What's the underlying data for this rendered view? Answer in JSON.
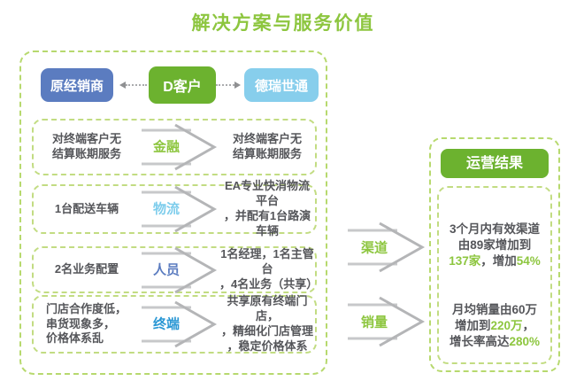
{
  "title": "解决方案与服务价值",
  "colors": {
    "accent_green": "#8dc63f",
    "border_green": "#b7d96e",
    "box_blue": "#5b7cc0",
    "box_green": "#6cb22f",
    "box_lightblue": "#87ceec",
    "label_finance": "#8dc63f",
    "label_logistics": "#7ecdec",
    "label_personnel": "#5b7cc0",
    "label_terminal": "#2a97d4",
    "text_dark": "#55565a",
    "arrow_gray": "#c3c4c6"
  },
  "flow": {
    "dealer": "原经销商",
    "customer": "D客户",
    "company": "德瑞世通"
  },
  "rows": [
    {
      "category": "金融",
      "left_lines": [
        "对终端客户无",
        "结算账期服务"
      ],
      "right_lines": [
        "对终端客户无",
        "结算账期服务"
      ]
    },
    {
      "category": "物流",
      "left_lines": [
        "1台配送车辆"
      ],
      "right_lines": [
        "EA专业快消物流平台",
        "，并配有1台路演车辆"
      ]
    },
    {
      "category": "人员",
      "left_lines": [
        "2名业务配置"
      ],
      "right_lines": [
        "1名经理，1名主管台",
        "，4名业务（共享）"
      ]
    },
    {
      "category": "终端",
      "left_lines": [
        "门店合作度低，",
        "串货现象多，",
        "价格体系乱"
      ],
      "right_lines": [
        "共享原有终端门店，",
        "，精细化门店管理",
        "，稳定价格体系"
      ]
    }
  ],
  "connectors": [
    {
      "label": "渠道"
    },
    {
      "label": "销量"
    }
  ],
  "results": {
    "header": "运营结果",
    "items": [
      {
        "lines": [
          [
            {
              "text": "3个月内有效渠道",
              "highlight": false
            }
          ],
          [
            {
              "text": "由89家增加到",
              "highlight": false
            }
          ],
          [
            {
              "text": "137家",
              "highlight": true
            },
            {
              "text": "，增加",
              "highlight": false
            },
            {
              "text": "54%",
              "highlight": true
            }
          ]
        ]
      },
      {
        "lines": [
          [
            {
              "text": "月均销量由60万",
              "highlight": false
            }
          ],
          [
            {
              "text": "增加到",
              "highlight": false
            },
            {
              "text": "220万",
              "highlight": true
            },
            {
              "text": "，",
              "highlight": false
            }
          ],
          [
            {
              "text": "增长率高达",
              "highlight": false
            },
            {
              "text": "280%",
              "highlight": true
            }
          ]
        ]
      }
    ]
  }
}
